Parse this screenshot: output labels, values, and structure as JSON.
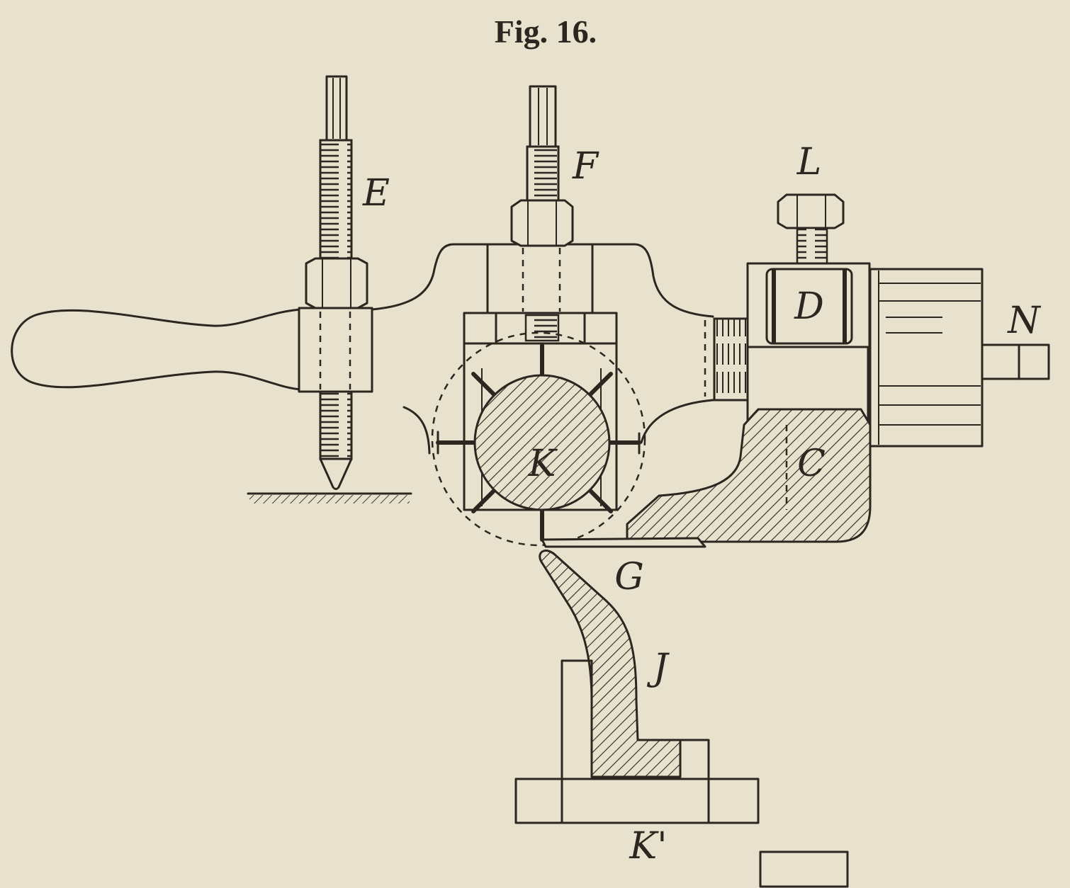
{
  "figure": {
    "caption": "Fig. 16."
  },
  "labels": {
    "left_screw": "E",
    "middle_screw": "F",
    "top_bolt": "L",
    "block_insert": "D",
    "spindle": "N",
    "roll": "K",
    "arm": "C",
    "tool_edge": "G",
    "cutter": "J",
    "base": "K'"
  },
  "colors": {
    "ink": "#2b2620",
    "paper": "#e7e1cd"
  }
}
